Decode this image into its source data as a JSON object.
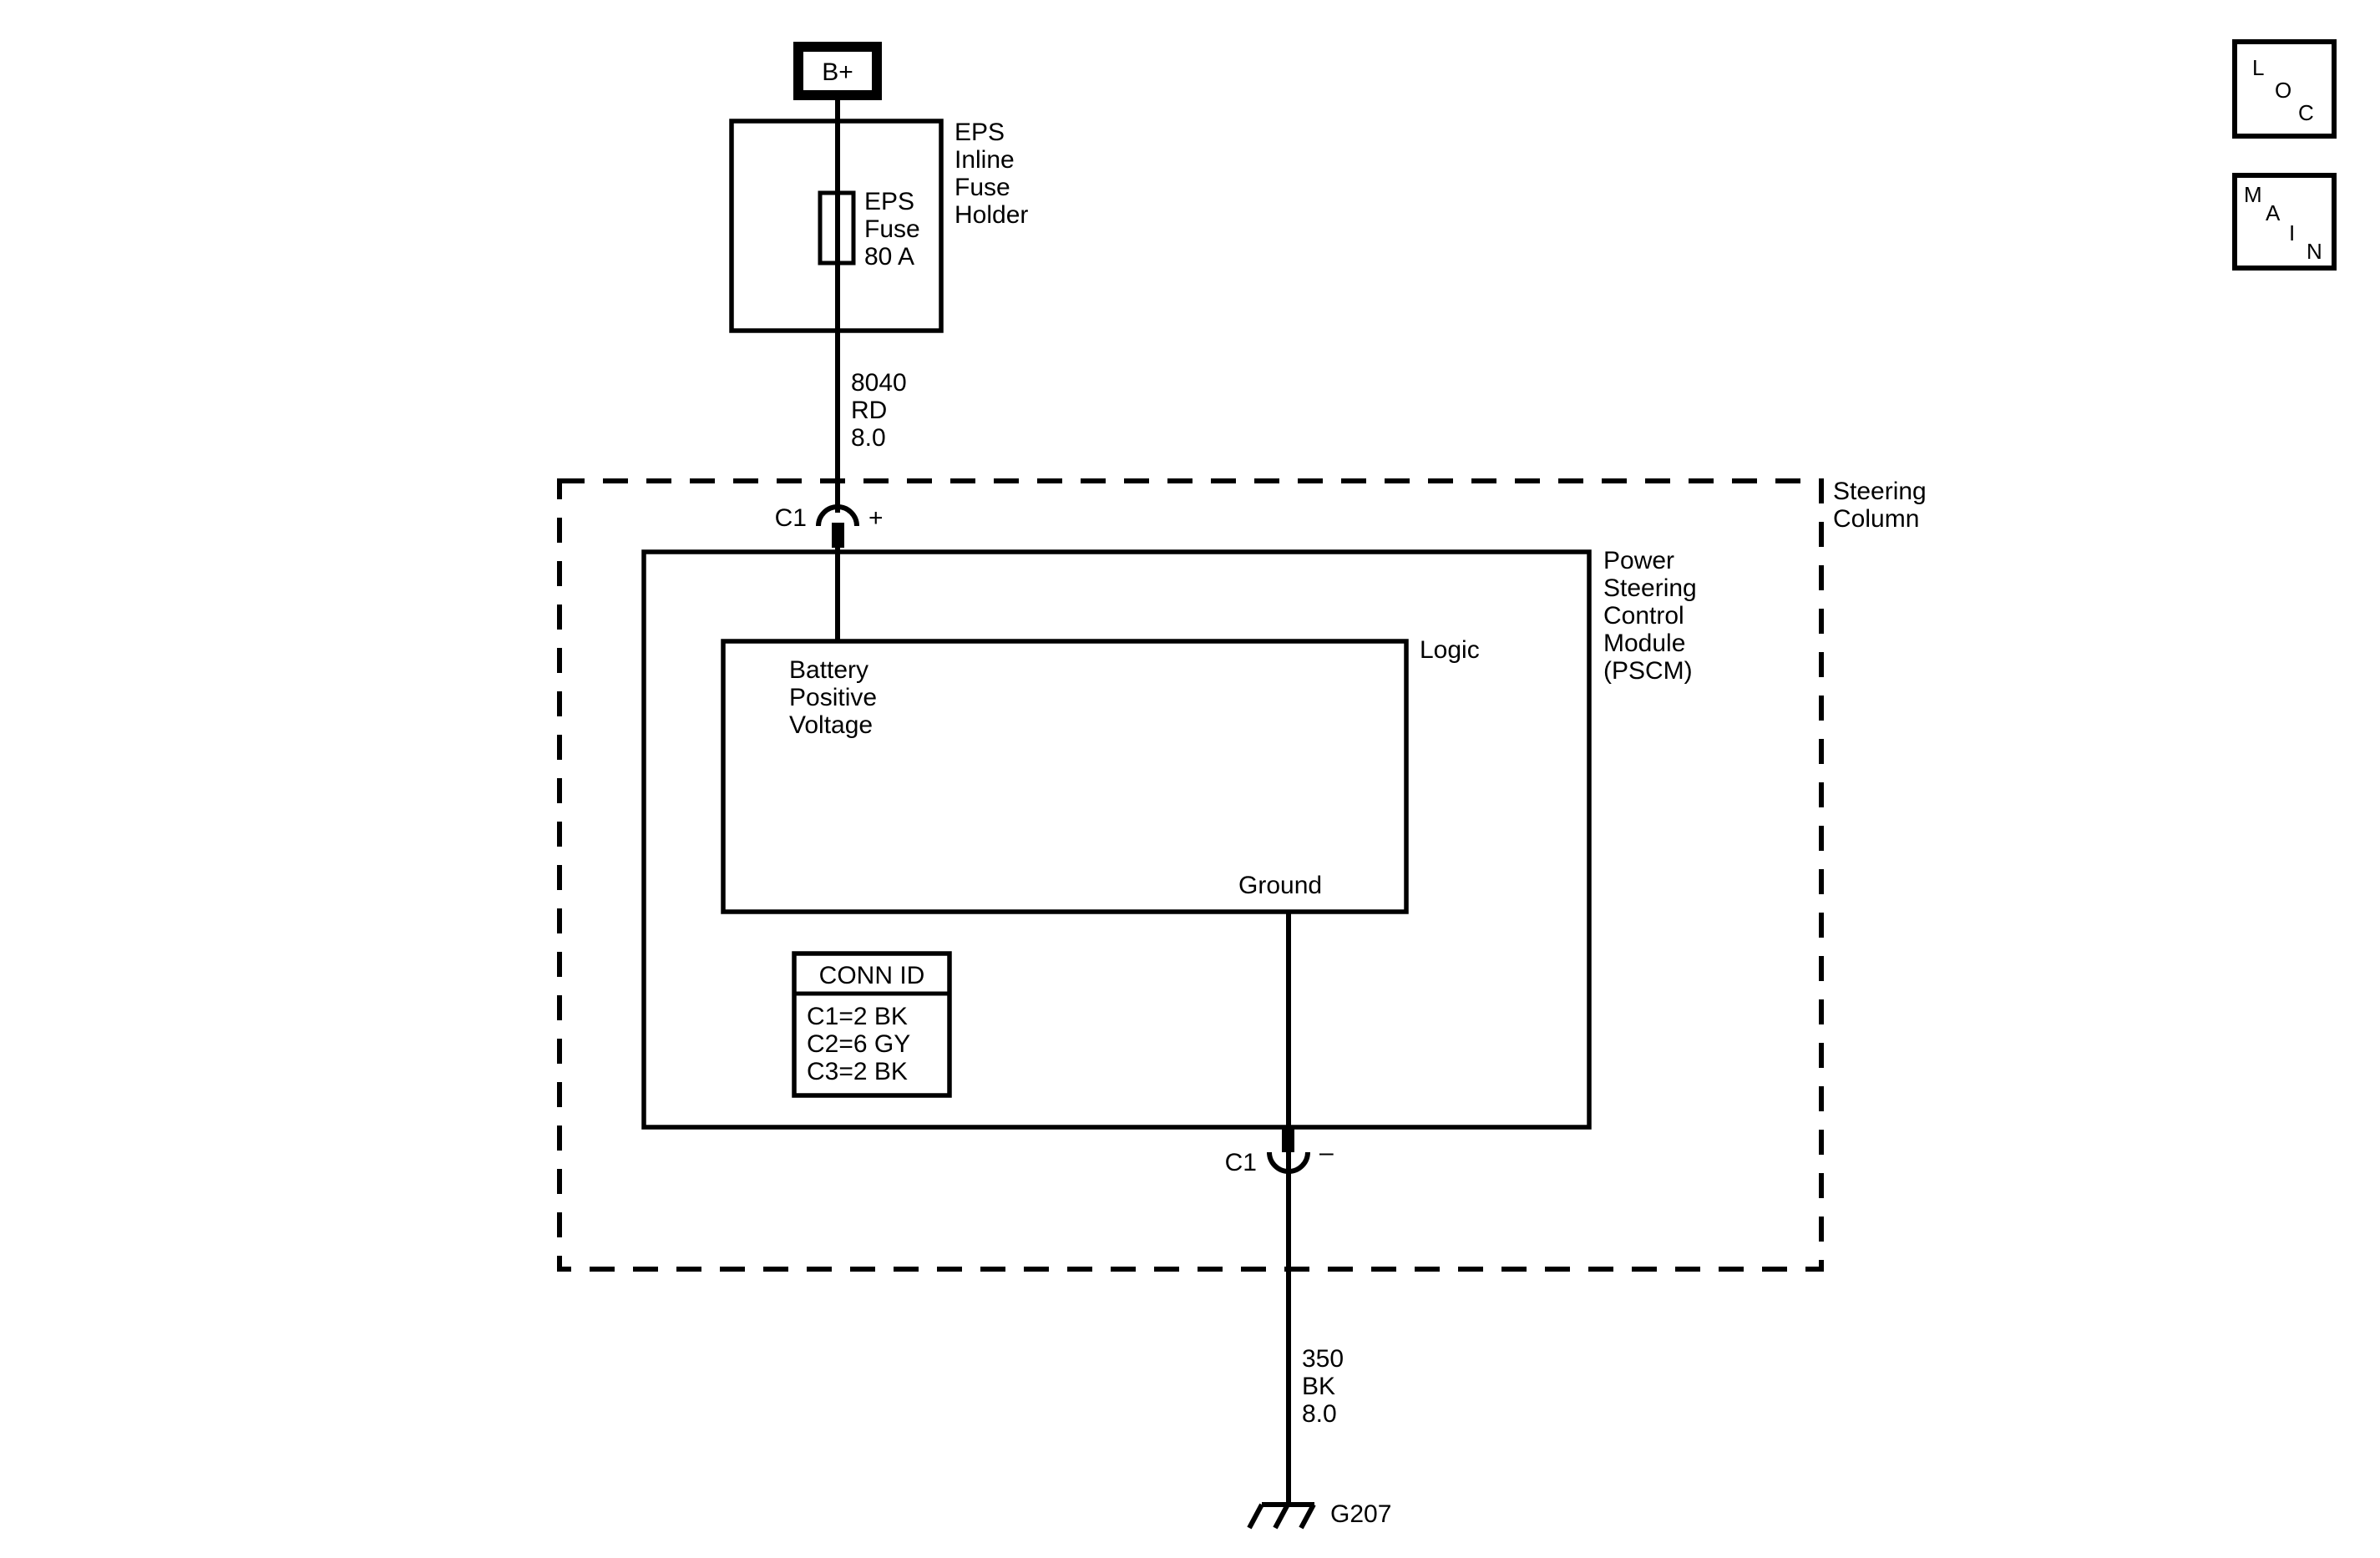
{
  "power_source": {
    "label": "B+"
  },
  "fuse_holder": {
    "label_lines": [
      "EPS",
      "Inline",
      "Fuse",
      "Holder"
    ]
  },
  "fuse": {
    "label_lines": [
      "EPS",
      "Fuse",
      "80 A"
    ]
  },
  "wire_supply": {
    "label_lines": [
      "8040",
      "RD",
      "8.0"
    ]
  },
  "steering_column": {
    "label_lines": [
      "Steering",
      "Column"
    ]
  },
  "connector_top": {
    "name": "C1",
    "polarity": "+"
  },
  "pscm": {
    "label_lines": [
      "Power",
      "Steering",
      "Control",
      "Module",
      "(PSCM)"
    ]
  },
  "logic": {
    "label": "Logic",
    "battery_label_lines": [
      "Battery",
      "Positive",
      "Voltage"
    ],
    "ground_label": "Ground"
  },
  "conn_id": {
    "title": "CONN ID",
    "rows": [
      "C1=2 BK",
      "C2=6 GY",
      "C3=2 BK"
    ]
  },
  "connector_bottom": {
    "name": "C1",
    "polarity": "–"
  },
  "wire_ground": {
    "label_lines": [
      "350",
      "BK",
      "8.0"
    ]
  },
  "ground_point": {
    "label": "G207"
  },
  "nav": {
    "loc_letters": [
      "L",
      "O",
      "C"
    ],
    "main_letters": [
      "M",
      "A",
      "I",
      "N"
    ]
  }
}
